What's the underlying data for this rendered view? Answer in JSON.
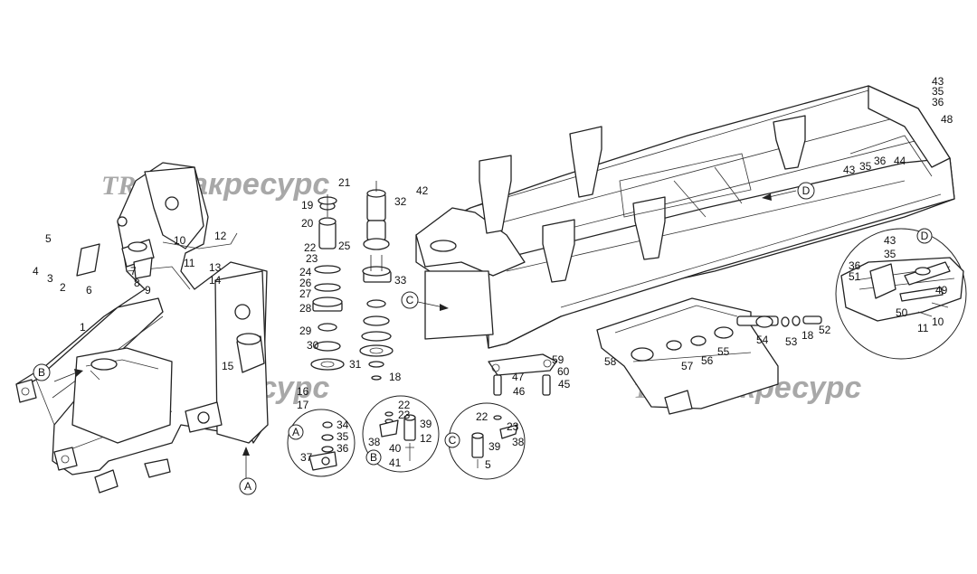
{
  "watermark": {
    "logo": "TR",
    "text": "тракресурс"
  },
  "detail_views": [
    "A",
    "B",
    "C",
    "D"
  ],
  "callouts": {
    "main_left": [
      "1",
      "2",
      "3",
      "4",
      "5",
      "6",
      "7",
      "8",
      "9",
      "10",
      "11",
      "12",
      "13",
      "14",
      "15",
      "16",
      "17"
    ],
    "stack": [
      "18",
      "19",
      "20",
      "21",
      "22",
      "23",
      "24",
      "25",
      "26",
      "27",
      "28",
      "29",
      "30",
      "31",
      "32",
      "33"
    ],
    "mid_right": [
      "42",
      "45",
      "46",
      "47",
      "59",
      "60"
    ],
    "frame_top": [
      "43",
      "35",
      "36",
      "48",
      "43",
      "35",
      "36",
      "44"
    ],
    "axle_support": [
      "52",
      "18",
      "53",
      "54",
      "55",
      "56",
      "57",
      "58"
    ],
    "detail_A": [
      "34",
      "35",
      "36",
      "37"
    ],
    "detail_B": [
      "22",
      "23",
      "38",
      "39",
      "12",
      "40",
      "41"
    ],
    "detail_C": [
      "22",
      "23",
      "38",
      "39",
      "5"
    ],
    "detail_D": [
      "43",
      "35",
      "36",
      "51",
      "49",
      "50",
      "10",
      "11"
    ]
  }
}
